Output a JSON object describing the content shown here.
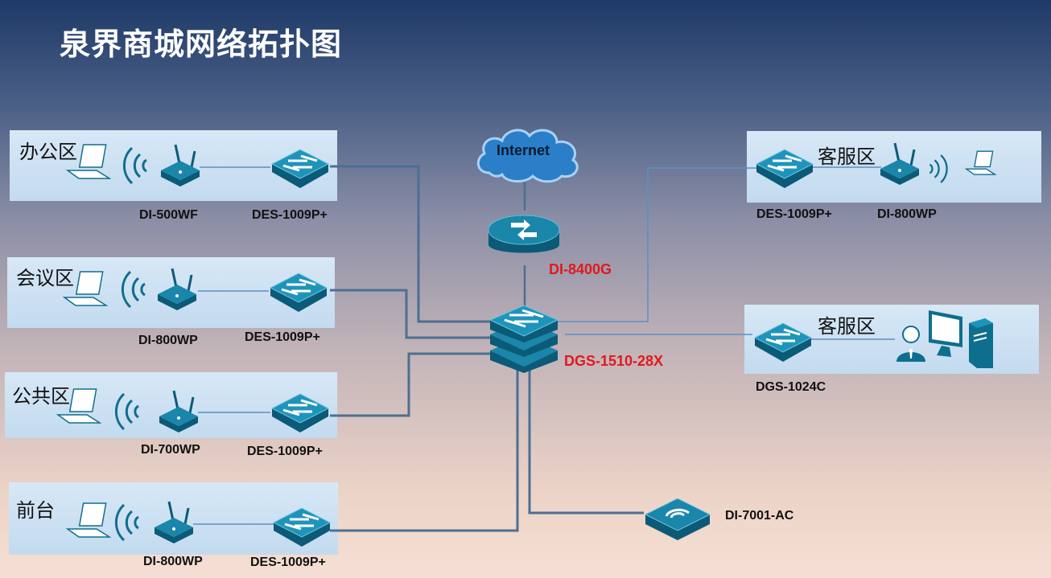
{
  "title": "泉界商城网络拓扑图",
  "internet": "Internet",
  "core_router": "DI-8400G",
  "core_switch": "DGS-1510-28X",
  "ac": "DI-7001-AC",
  "zones": [
    {
      "name": "办公区",
      "ap": "DI-500WF",
      "switch": "DES-1009P+"
    },
    {
      "name": "会议区",
      "ap": "DI-800WP",
      "switch": "DES-1009P+"
    },
    {
      "name": "公共区",
      "ap": "DI-700WP",
      "switch": "DES-1009P+"
    },
    {
      "name": "前台",
      "ap": "DI-800WP",
      "switch": "DES-1009P+"
    }
  ],
  "right_zones": [
    {
      "name": "客服区",
      "switch": "DES-1009P+",
      "ap": "DI-800WP"
    },
    {
      "name": "客服区",
      "switch": "DGS-1024C"
    }
  ],
  "colors": {
    "device": "#0e6e8e",
    "link": "#4d6f92",
    "accent_label": "#e0191e"
  }
}
